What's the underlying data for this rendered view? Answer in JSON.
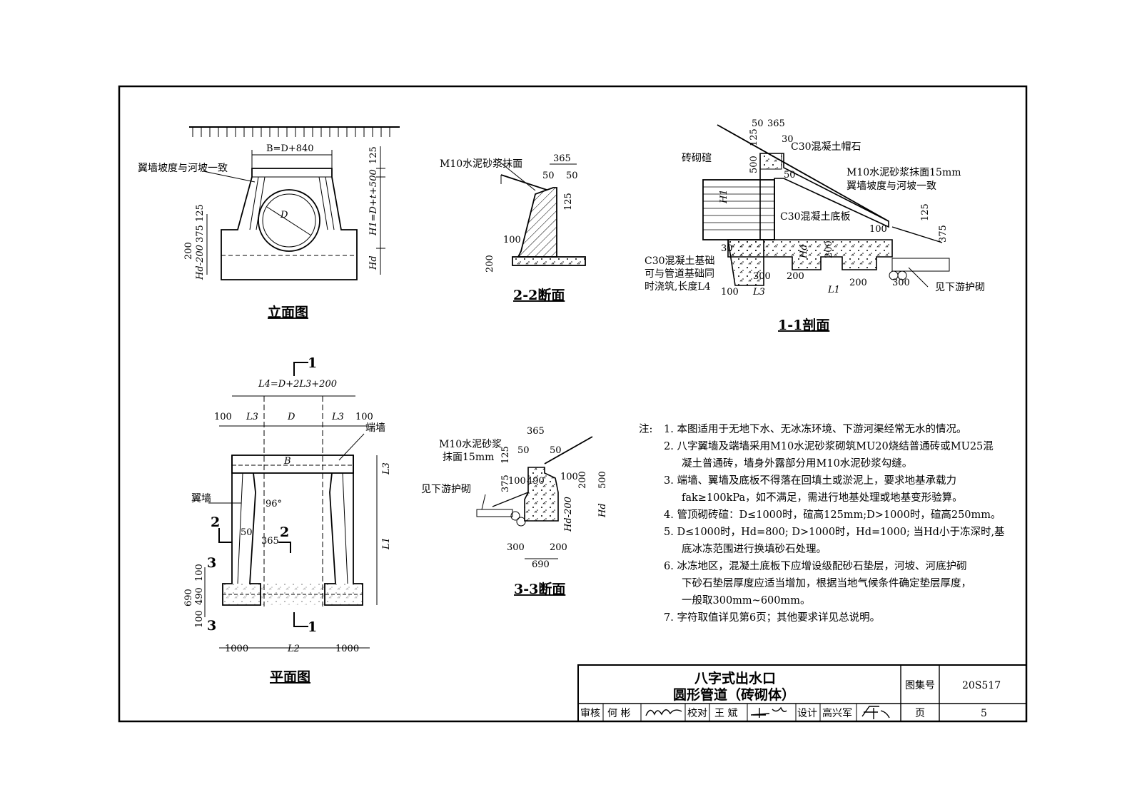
{
  "views": {
    "elevation": {
      "title": "立面图",
      "dim_b": "B=D+840",
      "dim_125_top": "125",
      "dim_h1": "H1=D+t+500",
      "dim_d": "D",
      "dim_375_125": "375 125",
      "dim_200": "200",
      "dim_hd200": "Hd-200",
      "dim_hd": "Hd",
      "label_wing_slope": "翼墙坡度与河坡一致"
    },
    "section22": {
      "title": "2-2断面",
      "label_mortar": "M10水泥砂浆抹面",
      "dim_365": "365",
      "dim_50a": "50",
      "dim_50b": "50",
      "dim_125": "125",
      "dim_100": "100",
      "dim_200": "200"
    },
    "section11": {
      "title": "1-1剖面",
      "dim_50": "50",
      "dim_365": "365",
      "dim_30a": "30",
      "dim_125": "125",
      "dim_500": "500",
      "dim_50b": "50",
      "dim_h1": "H1",
      "dim_30b": "30",
      "dim_100a": "100",
      "dim_hd": "Hd",
      "dim_200a": "200",
      "dim_300a": "300",
      "dim_200b": "200",
      "dim_100b": "100",
      "dim_l3": "L3",
      "dim_l1": "L1",
      "dim_200c": "200",
      "dim_300b": "300",
      "dim_125b": "125",
      "dim_375": "375",
      "label_cap": "C30混凝土帽石",
      "label_brick": "砖砌碹",
      "label_mortar": "M10水泥砂浆抹面15mm",
      "label_wing_slope": "翼墙坡度与河坡一致",
      "label_base_slab": "C30混凝土底板",
      "label_foundation_1": "C30混凝土基础",
      "label_foundation_2": "可与管道基础同",
      "label_foundation_3": "时浇筑,长度L4",
      "label_downstream": "见下游护砌"
    },
    "plan": {
      "title": "平面图",
      "dim_l4": "L4=D+2L3+200",
      "dim_100a": "100",
      "dim_l3a": "L3",
      "dim_d": "D",
      "dim_l3b": "L3",
      "dim_100b": "100",
      "dim_b": "B",
      "dim_l3_side": "L3",
      "dim_l1_side": "L1",
      "dim_96": "96°",
      "dim_50": "50",
      "dim_365": "365",
      "dim_100c": "100",
      "dim_690": "690",
      "dim_490": "490",
      "dim_100d": "100",
      "dim_1000a": "1000",
      "dim_l2": "L2",
      "dim_1000b": "1000",
      "cut_1": "1",
      "cut_2": "2",
      "cut_3": "3",
      "label_end_wall": "端墙",
      "label_wing_wall": "翼墙"
    },
    "section33": {
      "title": "3-3断面",
      "label_mortar_1": "M10水泥砂浆",
      "label_mortar_2": "抹面15mm",
      "label_downstream": "见下游护砌",
      "dim_365": "365",
      "dim_50a": "50",
      "dim_50b": "50",
      "dim_125": "125",
      "dim_375": "375",
      "dim_100a": "100",
      "dim_490": "490",
      "dim_100b": "100",
      "dim_200": "200",
      "dim_500": "500",
      "dim_hd200": "Hd-200",
      "dim_hd": "Hd",
      "dim_300": "300",
      "dim_200b": "200",
      "dim_690": "690"
    }
  },
  "notes": {
    "prefix": "注:",
    "lines": [
      "1. 本图适用于无地下水、无冰冻环境、下游河渠经常无水的情况。",
      "2. 八字翼墙及端墙采用M10水泥砂浆砌筑MU20烧结普通砖或MU25混",
      "凝土普通砖，墙身外露部分用M10水泥砂浆勾缝。",
      "3. 端墙、翼墙及底板不得落在回填土或淤泥上，要求地基承载力",
      "fak≥100kPa，如不满足，需进行地基处理或地基变形验算。",
      "4. 管顶砌砖碹：D≤1000时，碹高125mm;D>1000时，碹高250mm。",
      "5. D≤1000时，Hd=800; D>1000时，Hd=1000; 当Hd小于冻深时,基",
      "底冰冻范围进行换填砂石处理。",
      "6. 冰冻地区，混凝土底板下应增设级配砂石垫层，河坡、河底护砌",
      "下砂石垫层厚度应适当增加，根据当地气候条件确定垫层厚度，",
      "一般取300mm~600mm。",
      "7. 字符取值详见第6页；其他要求详见总说明。"
    ]
  },
  "title_block": {
    "title_line1": "八字式出水口",
    "title_line2": "圆形管道（砖砌体）",
    "atlas_label": "图集号",
    "atlas_no": "20S517",
    "page_label": "页",
    "page_no": "5",
    "review_label": "审核",
    "review_name": "何 彬",
    "check_label": "校对",
    "check_name": "王 斌",
    "design_label": "设计",
    "design_name": "高兴军"
  }
}
